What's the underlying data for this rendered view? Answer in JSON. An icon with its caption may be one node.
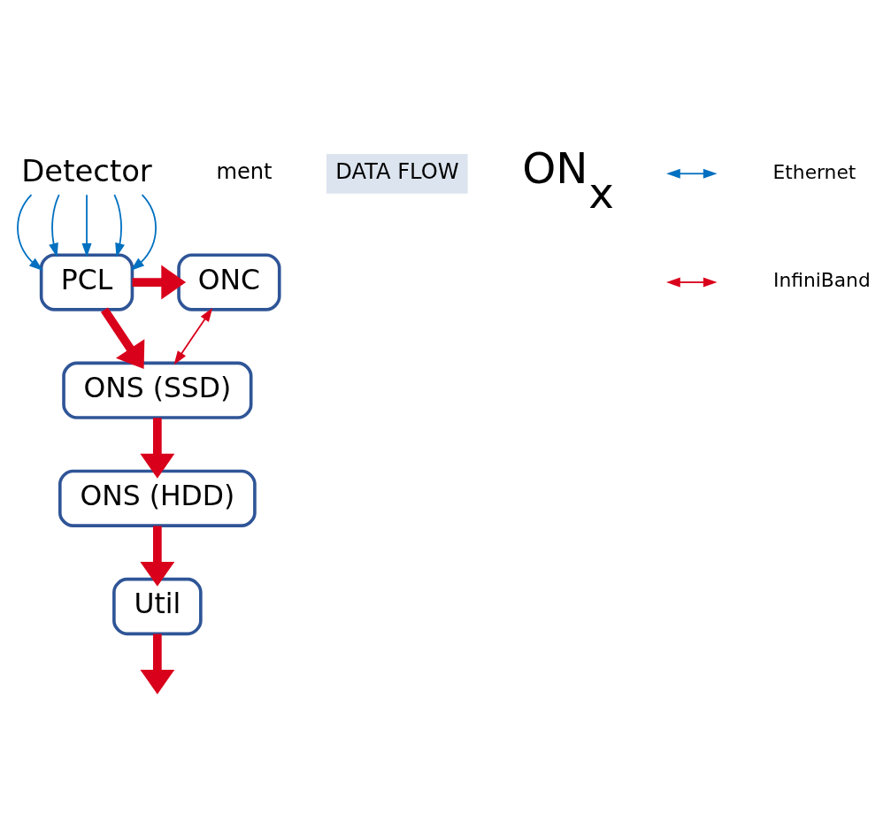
{
  "diagram": {
    "nodes": [
      {
        "text": [
          "Detector"
        ]
      },
      {
        "text": [
          "PCL"
        ]
      },
      {
        "text": [
          "ONC"
        ]
      },
      {
        "text": [
          "ONS (SSD)"
        ]
      },
      {
        "text": [
          "ONS (HDD)"
        ]
      },
      {
        "text": [
          "Util"
        ]
      }
    ],
    "edges": [
      {
        "from": 0,
        "to": 1,
        "arrow": "to",
        "color": "#0070c0"
      },
      {
        "from": 0,
        "to": 1,
        "arrow": "to",
        "color": "#0070c0"
      },
      {
        "from": 0,
        "to": 1,
        "arrow": "to",
        "color": "#0070c0"
      },
      {
        "from": 0,
        "to": 1,
        "arrow": "to",
        "color": "#0070c0"
      },
      {
        "from": 0,
        "to": 1,
        "arrow": "to",
        "color": "#0070c0"
      },
      {
        "from": 1,
        "to": 2,
        "arrow": "to",
        "style": "thick"
      },
      {
        "from": 1,
        "to": 3,
        "arrow": "to",
        "style": "thick"
      },
      {
        "from": 2,
        "to": 3,
        "arrow": "both"
      },
      {
        "from": 3,
        "to": 4,
        "arrow": "to",
        "style": "thick"
      },
      {
        "from": 4,
        "to": 5,
        "arrow": "to",
        "style": "thick"
      },
      {
        "from": 5,
        "to": null,
        "arrow": "to",
        "style": "thick"
      }
    ],
    "labels": [
      "ment",
      "DATA FLOW",
      "ON$_{x}$"
    ],
    "legend": [
      {
        "text": "Ethernet"
      },
      {
        "text": "InfiniBand"
      }
    ]
  }
}
